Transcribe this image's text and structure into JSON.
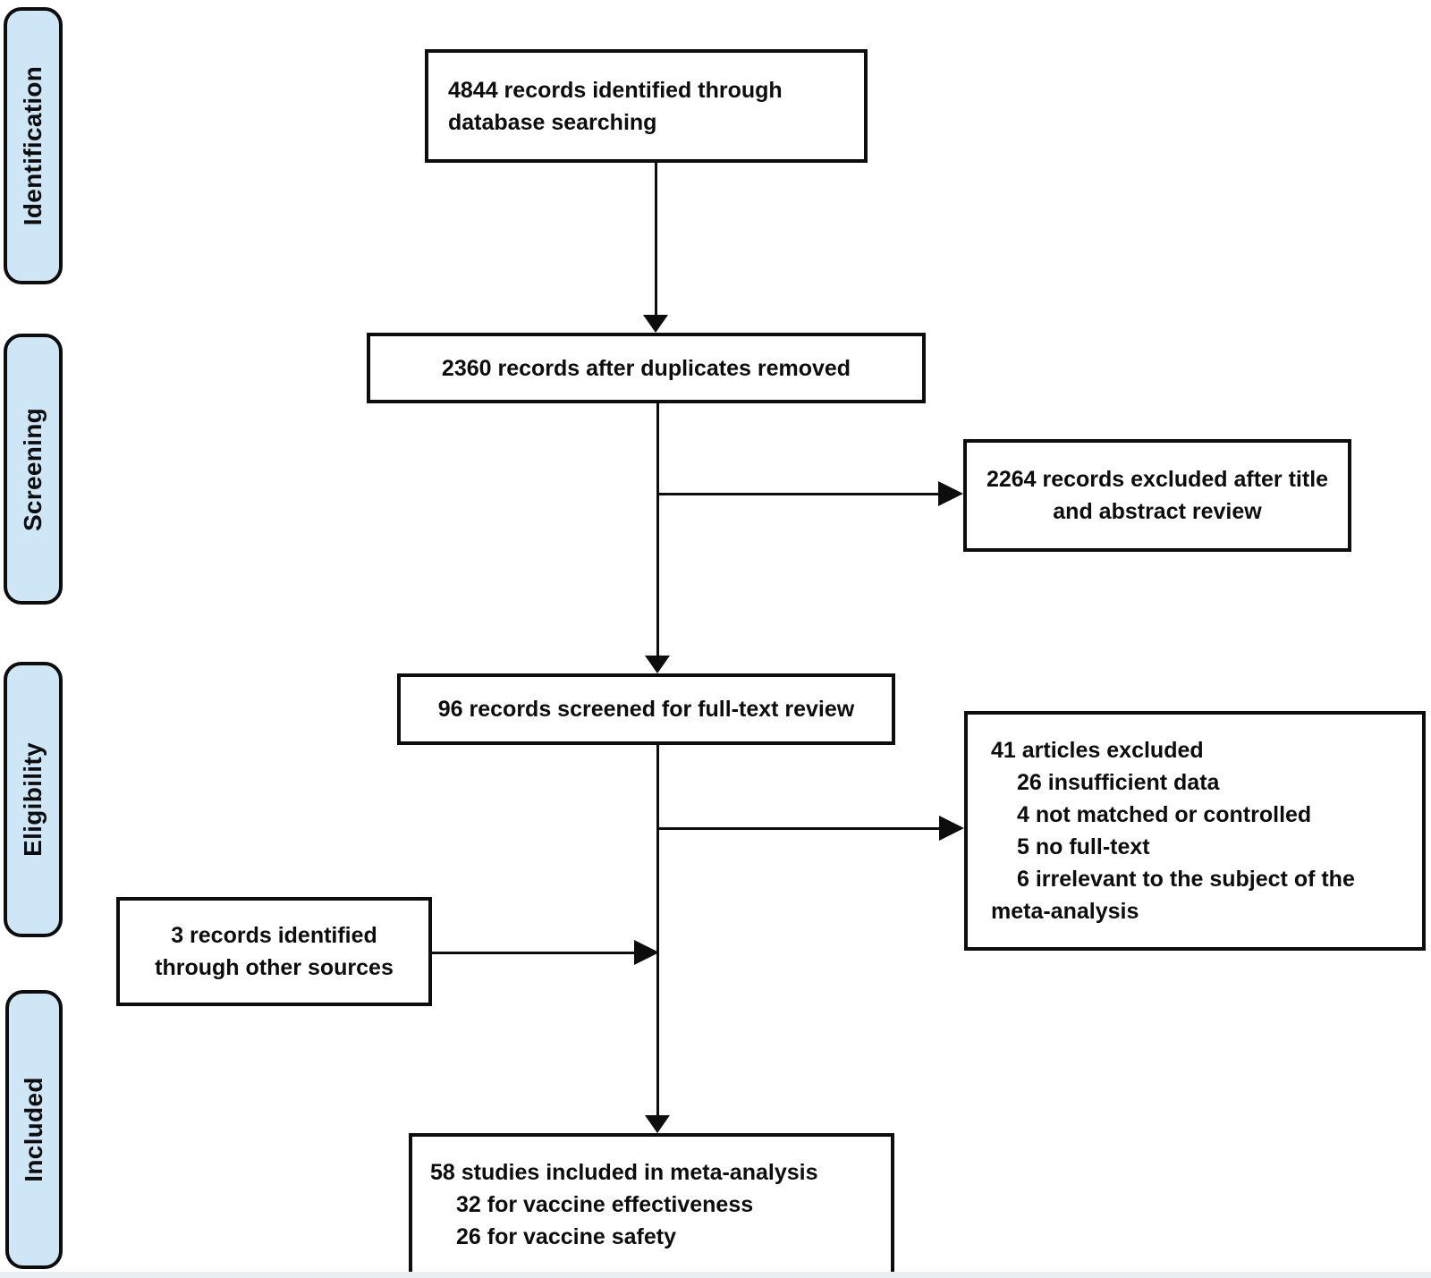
{
  "diagram": {
    "type": "prisma-flow",
    "colors": {
      "stage_fill": "#cfe6f7",
      "line": "#0d0d0d",
      "background": "#ffffff",
      "bottom_strip": "#e9eef4"
    },
    "stages": [
      {
        "label": "Identification"
      },
      {
        "label": "Screening"
      },
      {
        "label": "Eligibility"
      },
      {
        "label": "Included"
      }
    ],
    "boxes": {
      "identified": {
        "lines": [
          "4844 records identified through",
          "database searching"
        ]
      },
      "deduplicated": {
        "lines": [
          "2360 records after duplicates removed"
        ]
      },
      "title_abstract_excluded": {
        "lines": [
          "2264 records excluded after title",
          "and abstract review"
        ]
      },
      "fulltext_screened": {
        "lines": [
          "96 records screened for full-text review"
        ]
      },
      "articles_excluded": {
        "lines": [
          "41 articles excluded",
          "26 insufficient data",
          "4 not matched or controlled",
          "5 no full-text",
          "6 irrelevant to the subject of the",
          "meta-analysis"
        ]
      },
      "other_sources": {
        "lines": [
          "3 records identified",
          "through other sources"
        ]
      },
      "included": {
        "lines": [
          "58 studies included in meta-analysis",
          "32 for vaccine effectiveness",
          "26 for vaccine safety"
        ]
      }
    }
  }
}
